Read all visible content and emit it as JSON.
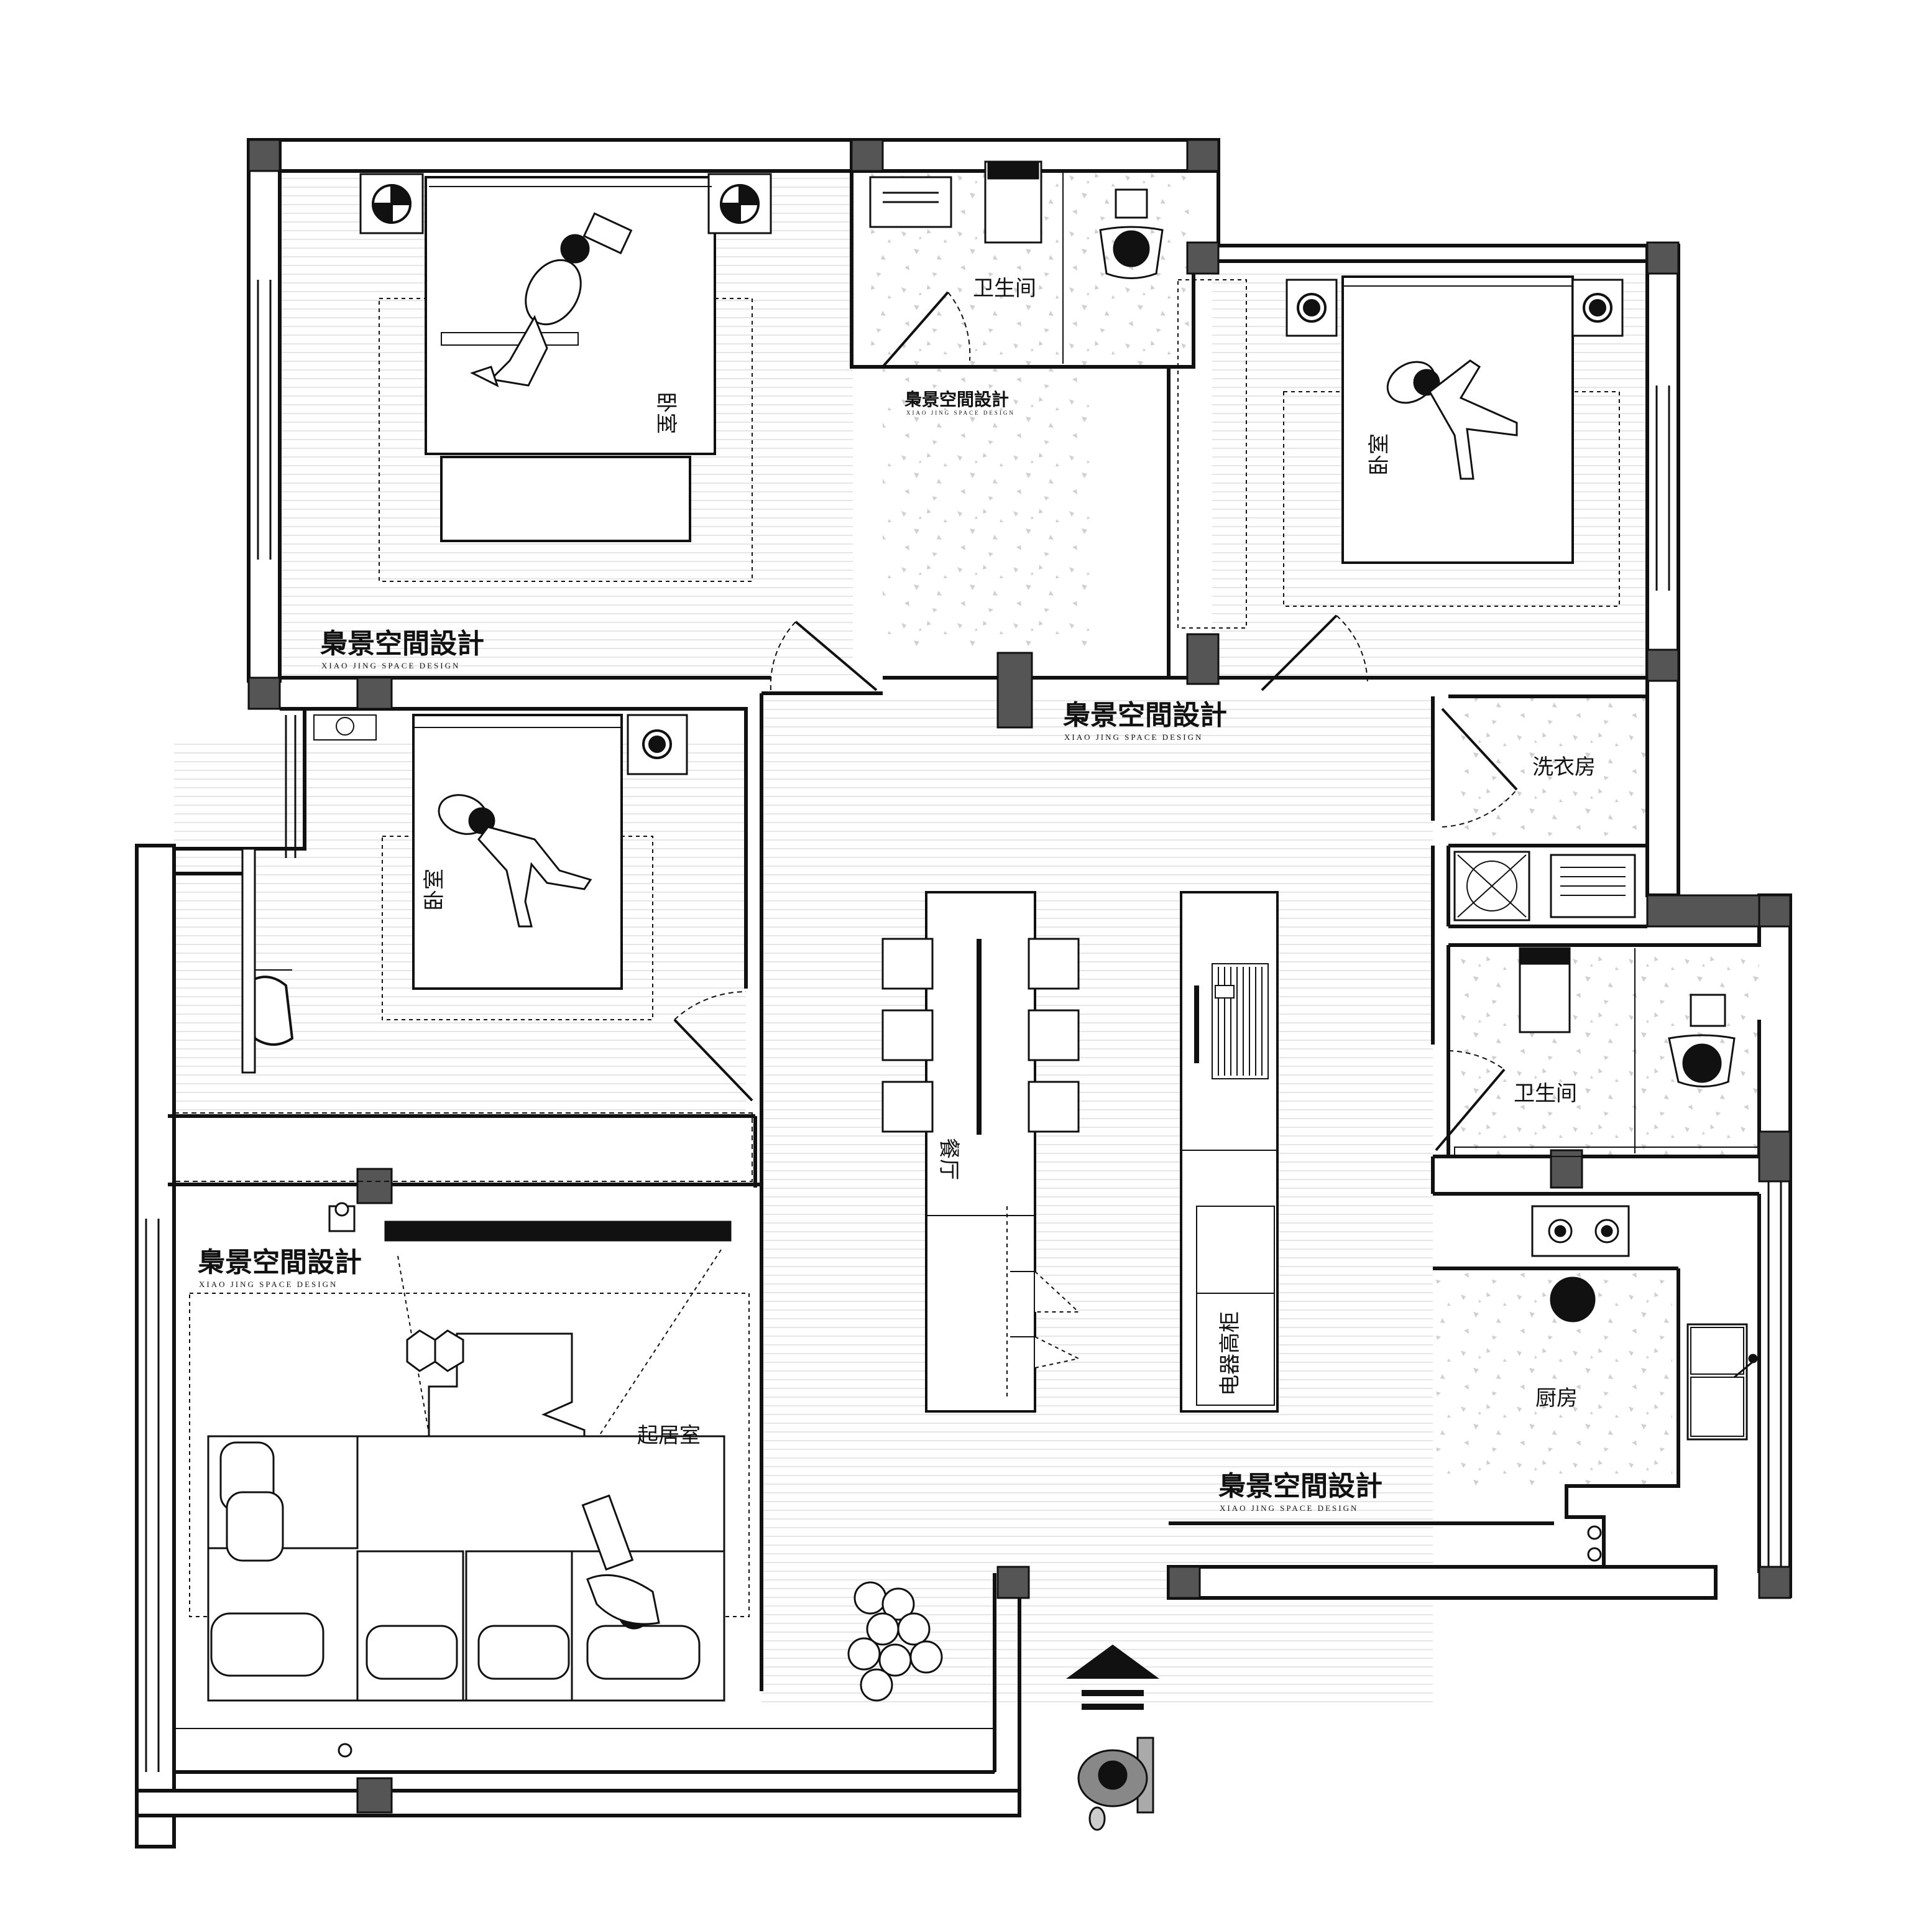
{
  "rooms": {
    "master_bedroom": "卧室",
    "bathroom_top": "卫生间",
    "bedroom_right": "卧室",
    "bedroom_left": "卧室",
    "laundry": "洗衣房",
    "bathroom_right": "卫生间",
    "dining": "餐厅",
    "appliance_cabinet": "电器高柜",
    "kitchen": "厨房",
    "living_room": "起居室"
  },
  "brand": {
    "name": "梟景空間設計",
    "subtitle": "XIAO JING SPACE DESIGN"
  },
  "colors": {
    "wall": "#111111",
    "pillar": "#555555",
    "floor_stripe": "#e6e6e6",
    "tile_speckle": "#d0d0d0",
    "background": "#ffffff"
  },
  "icons": [
    "entrance-arrow-icon",
    "bed-icon",
    "person-icon",
    "sofa-icon",
    "dining-chair-icon",
    "toilet-icon",
    "cooktop-icon",
    "sink-icon",
    "washing-machine-icon",
    "lamp-icon"
  ]
}
